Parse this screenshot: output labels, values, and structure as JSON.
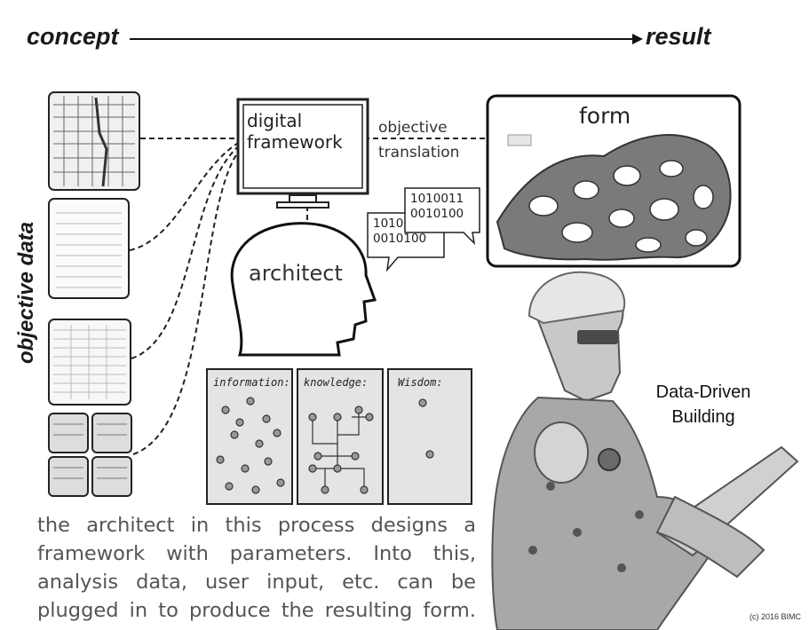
{
  "header": {
    "concept": "concept",
    "result": "result"
  },
  "side_label": "objective data",
  "framework": {
    "line1": "digital",
    "line2": "framework"
  },
  "translation": {
    "line1": "objective",
    "line2": "translation"
  },
  "form_label": "form",
  "binary": {
    "back1": "1010",
    "back2": "0010100",
    "front1": "1010011",
    "front2": "0010100"
  },
  "architect_label": "architect",
  "panels": [
    "information:",
    "knowledge:",
    "Wisdom:"
  ],
  "caption": [
    "the architect in this process designs a",
    "framework with parameters. Into this,",
    "analysis data, user input, etc. can be",
    "plugged in to produce the resulting form."
  ],
  "robot_label": {
    "line1": "Data-Driven",
    "line2": "Building"
  },
  "copyright": "(c) 2016 BIMC",
  "colors": {
    "ink": "#1a1a1a",
    "caption": "#555555",
    "panel_bg": "#e4e4e4",
    "form_surface": "#7a7a7a"
  }
}
